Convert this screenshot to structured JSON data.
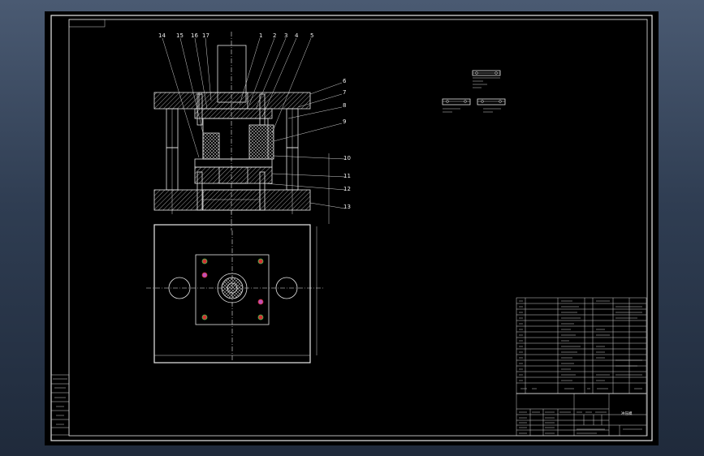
{
  "part_numbers": [
    "1",
    "2",
    "3",
    "4",
    "5",
    "6",
    "7",
    "8",
    "9",
    "10",
    "11",
    "12",
    "13",
    "14",
    "15",
    "16",
    "17"
  ],
  "colors": {
    "background": "#000000",
    "line": "#e8e8e8",
    "hole_red": "#d23232",
    "hole_green": "#3fbf4f",
    "hole_magenta": "#c04fb8"
  },
  "title_block": {
    "drawing_name": "冲压模"
  }
}
